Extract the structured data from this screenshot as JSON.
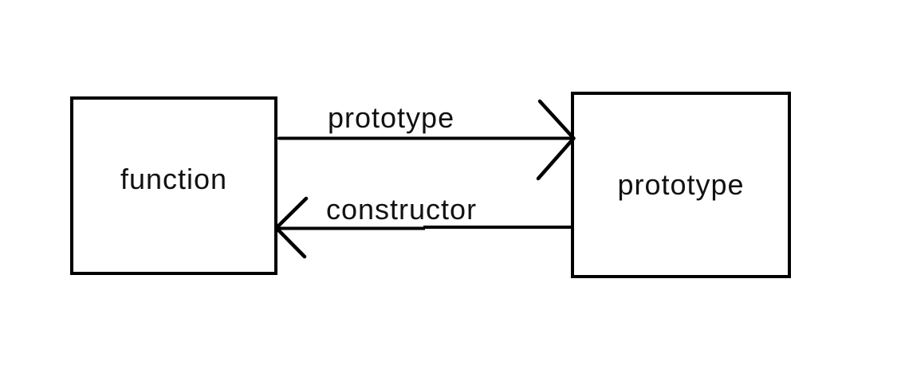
{
  "diagram": {
    "background_color": "#ffffff",
    "stroke_color": "#000000",
    "text_color": "#111111",
    "nodes": [
      {
        "id": "function",
        "label": "function"
      },
      {
        "id": "prototype",
        "label": "prototype"
      }
    ],
    "edges": [
      {
        "from": "function",
        "to": "prototype",
        "label": "prototype",
        "direction": "right"
      },
      {
        "from": "prototype",
        "to": "function",
        "label": "constructor",
        "direction": "left"
      }
    ]
  }
}
